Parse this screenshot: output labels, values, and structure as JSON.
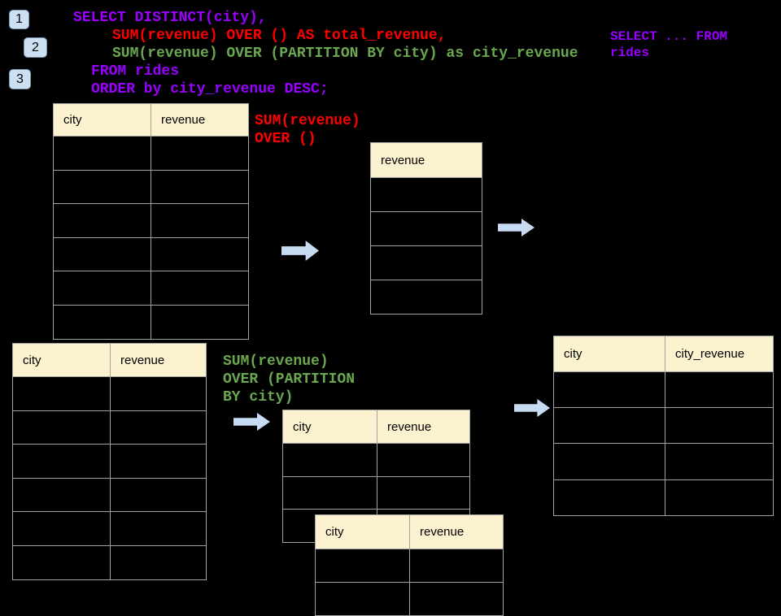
{
  "colors": {
    "background": "#000000",
    "code_purple": "#9900FF",
    "code_red": "#FF0000",
    "code_green": "#6AA84F",
    "table_header_bg": "#FCF2CF",
    "table_border_gray": "#A3A3A3",
    "arrow_blue": "#C7DCF2",
    "badge_bg": "#CDE0F2"
  },
  "badges": [
    {
      "label": "1"
    },
    {
      "label": "2"
    },
    {
      "label": "3"
    }
  ],
  "code": {
    "lines": [
      {
        "text": "SELECT DISTINCT(city),",
        "color": "purple"
      },
      {
        "text": "SUM(revenue) OVER () AS total_revenue,",
        "color": "red"
      },
      {
        "text": "SUM(revenue) OVER (PARTITION BY city) as city_revenue",
        "color": "green"
      },
      {
        "text": "FROM rides",
        "color": "purple"
      },
      {
        "text": "ORDER by city_revenue DESC;",
        "color": "purple"
      }
    ]
  },
  "side_code": {
    "lines": [
      "SELECT ... FROM",
      "rides"
    ]
  },
  "labels": {
    "total": {
      "lines": [
        "SUM(revenue)",
        "OVER ()"
      ]
    },
    "partition": {
      "lines": [
        "SUM(revenue)",
        "OVER (PARTITION",
        "BY city)"
      ]
    }
  },
  "tables": {
    "source_top": {
      "headers": [
        "city",
        "revenue"
      ],
      "rows": 6
    },
    "revenue_only": {
      "headers": [
        "revenue"
      ],
      "rows": 4
    },
    "source_bottom": {
      "headers": [
        "city",
        "revenue"
      ],
      "rows": 6
    },
    "partition_a": {
      "headers": [
        "city",
        "revenue"
      ],
      "rows": 3
    },
    "partition_b": {
      "headers": [
        "city",
        "revenue"
      ],
      "rows": 2
    },
    "result": {
      "headers": [
        "city",
        "city_revenue"
      ],
      "rows": 4
    }
  }
}
